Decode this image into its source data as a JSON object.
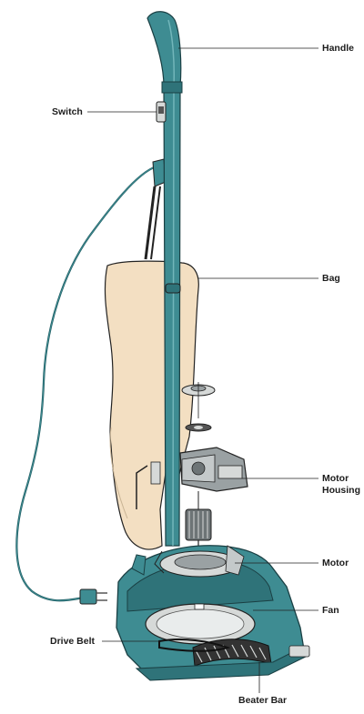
{
  "labels": {
    "handle": "Handle",
    "switch": "Switch",
    "bag": "Bag",
    "motor_housing_line1": "Motor",
    "motor_housing_line2": "Housing",
    "motor": "Motor",
    "fan": "Fan",
    "drive_belt": "Drive Belt",
    "beater_bar": "Beater Bar"
  },
  "colors": {
    "body_teal": "#3e8c92",
    "body_teal_dark": "#1f5a60",
    "bag_tan": "#f3dfc2",
    "outline": "#222222",
    "metal_gray": "#9aa1a3",
    "plate_gray": "#d6d9d8"
  }
}
